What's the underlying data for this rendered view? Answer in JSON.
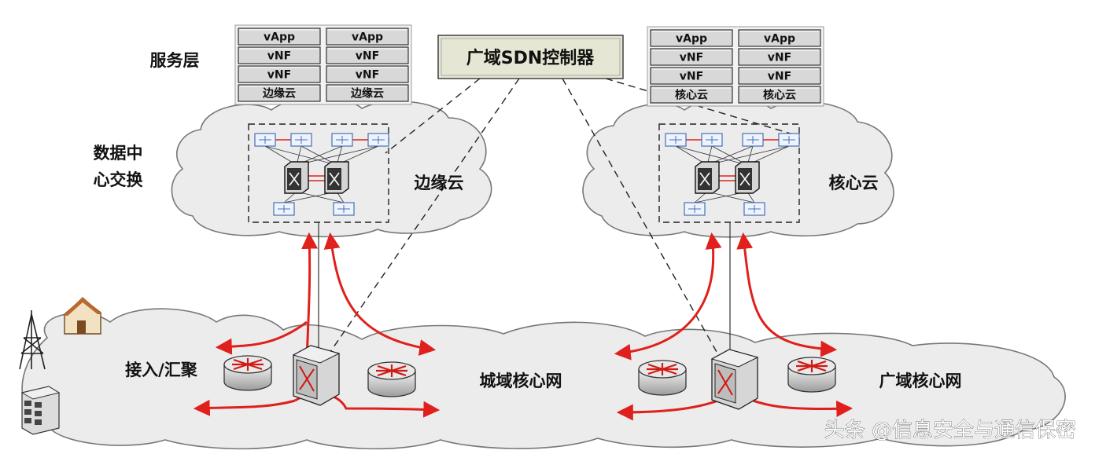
{
  "labels": {
    "service_layer": "服务层",
    "dc_switch_line1": "数据中",
    "dc_switch_line2": "心交换",
    "edge_cloud": "边缘云",
    "core_cloud": "核心云",
    "access_aggregation": "接入/汇聚",
    "metro_core_network": "城域核心网",
    "wan_core_network": "广域核心网"
  },
  "controller": {
    "label": "广域SDN控制器"
  },
  "left_stack": {
    "rows": [
      [
        "vApp",
        "vApp"
      ],
      [
        "vNF",
        "vNF"
      ],
      [
        "vNF",
        "vNF"
      ],
      [
        "边缘云",
        "边缘云"
      ]
    ]
  },
  "right_stack": {
    "rows": [
      [
        "vApp",
        "vApp"
      ],
      [
        "vNF",
        "vNF"
      ],
      [
        "vNF",
        "vNF"
      ],
      [
        "核心云",
        "核心云"
      ]
    ]
  },
  "watermark": "头条 @信息安全与通信保密",
  "colors": {
    "arrow": "#e0201c",
    "cloud_fill": "#ececec",
    "controller_fill": "#e6e6d4",
    "stack_fill": "#d8d8d8"
  }
}
